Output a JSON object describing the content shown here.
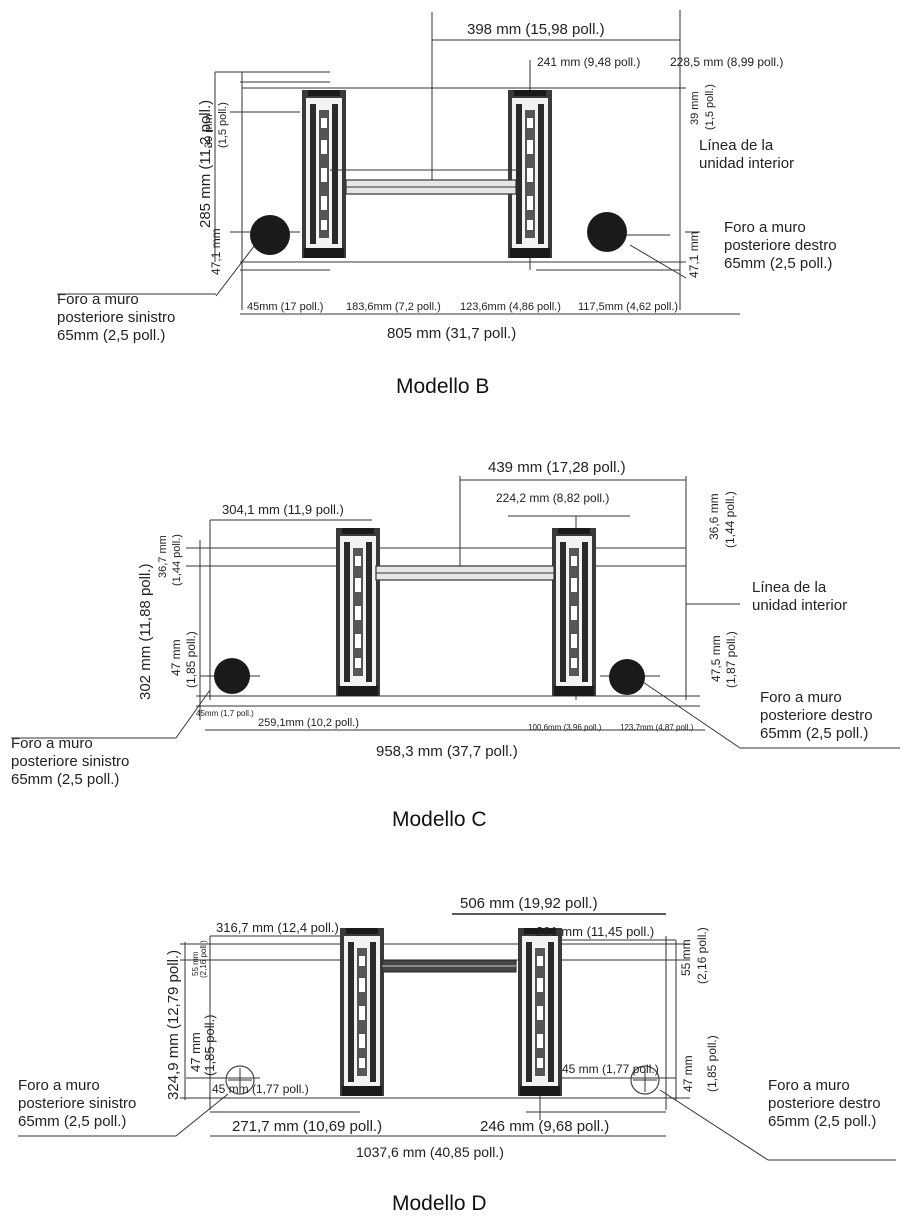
{
  "colors": {
    "line": "#333333",
    "bracket": "#2a2a2a",
    "hole_fill": "#1a1a1a",
    "text": "#222222"
  },
  "model_b": {
    "caption": "Modello B",
    "dim_398": "398 mm (15,98 poll.)",
    "dim_241": "241 mm (9,48 poll.)",
    "dim_228": "228,5 mm (8,99 poll.)",
    "dim_285": "285 mm (11,2 poll.)",
    "dim_39_left_a": "39 mm",
    "dim_39_left_b": "(1,5 poll.)",
    "dim_39_right_a": "39 mm",
    "dim_39_right_b": "(1,5 poll.)",
    "dim_47_left": "47,1 mm",
    "dim_47_right": "47,1 mm",
    "dim_45": "45mm (17 poll.)",
    "dim_183": "183,6mm (7,2 poll.)",
    "dim_123": "123,6mm (4,86 poll.)",
    "dim_117": "117,5mm (4,62 poll.)",
    "dim_805": "805 mm (31,7 poll.)",
    "line_label_1": "Línea de la",
    "line_label_2": "unidad interior",
    "right_hole_1": "Foro a muro",
    "right_hole_2": "posteriore destro",
    "right_hole_3": "65mm (2,5 poll.)",
    "left_hole_1": "Foro a muro",
    "left_hole_2": "posteriore sinistro",
    "left_hole_3": "65mm (2,5 poll.)"
  },
  "model_c": {
    "caption": "Modello C",
    "dim_439": "439 mm (17,28 poll.)",
    "dim_224": "224,2 mm (8,82 poll.)",
    "dim_304": "304,1 mm (11,9 poll.)",
    "dim_36_6_a": "36,6 mm",
    "dim_36_6_b": "(1,44 poll.)",
    "dim_302": "302 mm (11,88 poll.)",
    "dim_36_7_a": "36,7 mm",
    "dim_36_7_b": "(1,44 poll.)",
    "dim_47_a": "47 mm",
    "dim_47_b": "(1,85 poll.)",
    "dim_47_5_a": "47,5 mm",
    "dim_47_5_b": "(1,87 poll.)",
    "dim_small_left": "45mm (1,7 poll.)",
    "dim_259": "259,1mm (10,2 poll.)",
    "dim_100": "100,6mm (3,96 poll.)",
    "dim_123": "123,7mm (4,87 poll.)",
    "dim_958": "958,3 mm (37,7 poll.)",
    "line_label_1": "Línea de la",
    "line_label_2": "unidad interior",
    "right_hole_1": "Foro a muro",
    "right_hole_2": "posteriore destro",
    "right_hole_3": "65mm (2,5 poll.)",
    "left_hole_1": "Foro a muro",
    "left_hole_2": "posteriore sinistro",
    "left_hole_3": "65mm (2,5 poll.)"
  },
  "model_d": {
    "caption": "Modello D",
    "dim_506": "506 mm (19,92 poll.)",
    "dim_316": "316,7 mm (12,4 poll.)",
    "dim_291": "291 mm (11,45 poll.)",
    "dim_324": "324,9 mm (12,79 poll.)",
    "dim_55_small_a": "55 mm",
    "dim_55_small_b": "(2,16 poll.)",
    "dim_55_a": "55 mm",
    "dim_55_b": "(2,16 poll.)",
    "dim_47_left_a": "47 mm",
    "dim_47_left_b": "(1,85 poll.)",
    "dim_47_right_a": "47 mm",
    "dim_47_right_b": "(1,85 poll.)",
    "dim_45_left": "45 mm (1,77 poll.)",
    "dim_45_right": "45 mm (1,77 poll.)",
    "dim_271": "271,7 mm (10,69 poll.)",
    "dim_246": "246 mm (9,68 poll.)",
    "dim_1037": "1037,6 mm (40,85 poll.)",
    "right_hole_1": "Foro a muro",
    "right_hole_2": "posteriore destro",
    "right_hole_3": "65mm (2,5 poll.)",
    "left_hole_1": "Foro a muro",
    "left_hole_2": "posteriore sinistro",
    "left_hole_3": "65mm (2,5 poll.)"
  }
}
